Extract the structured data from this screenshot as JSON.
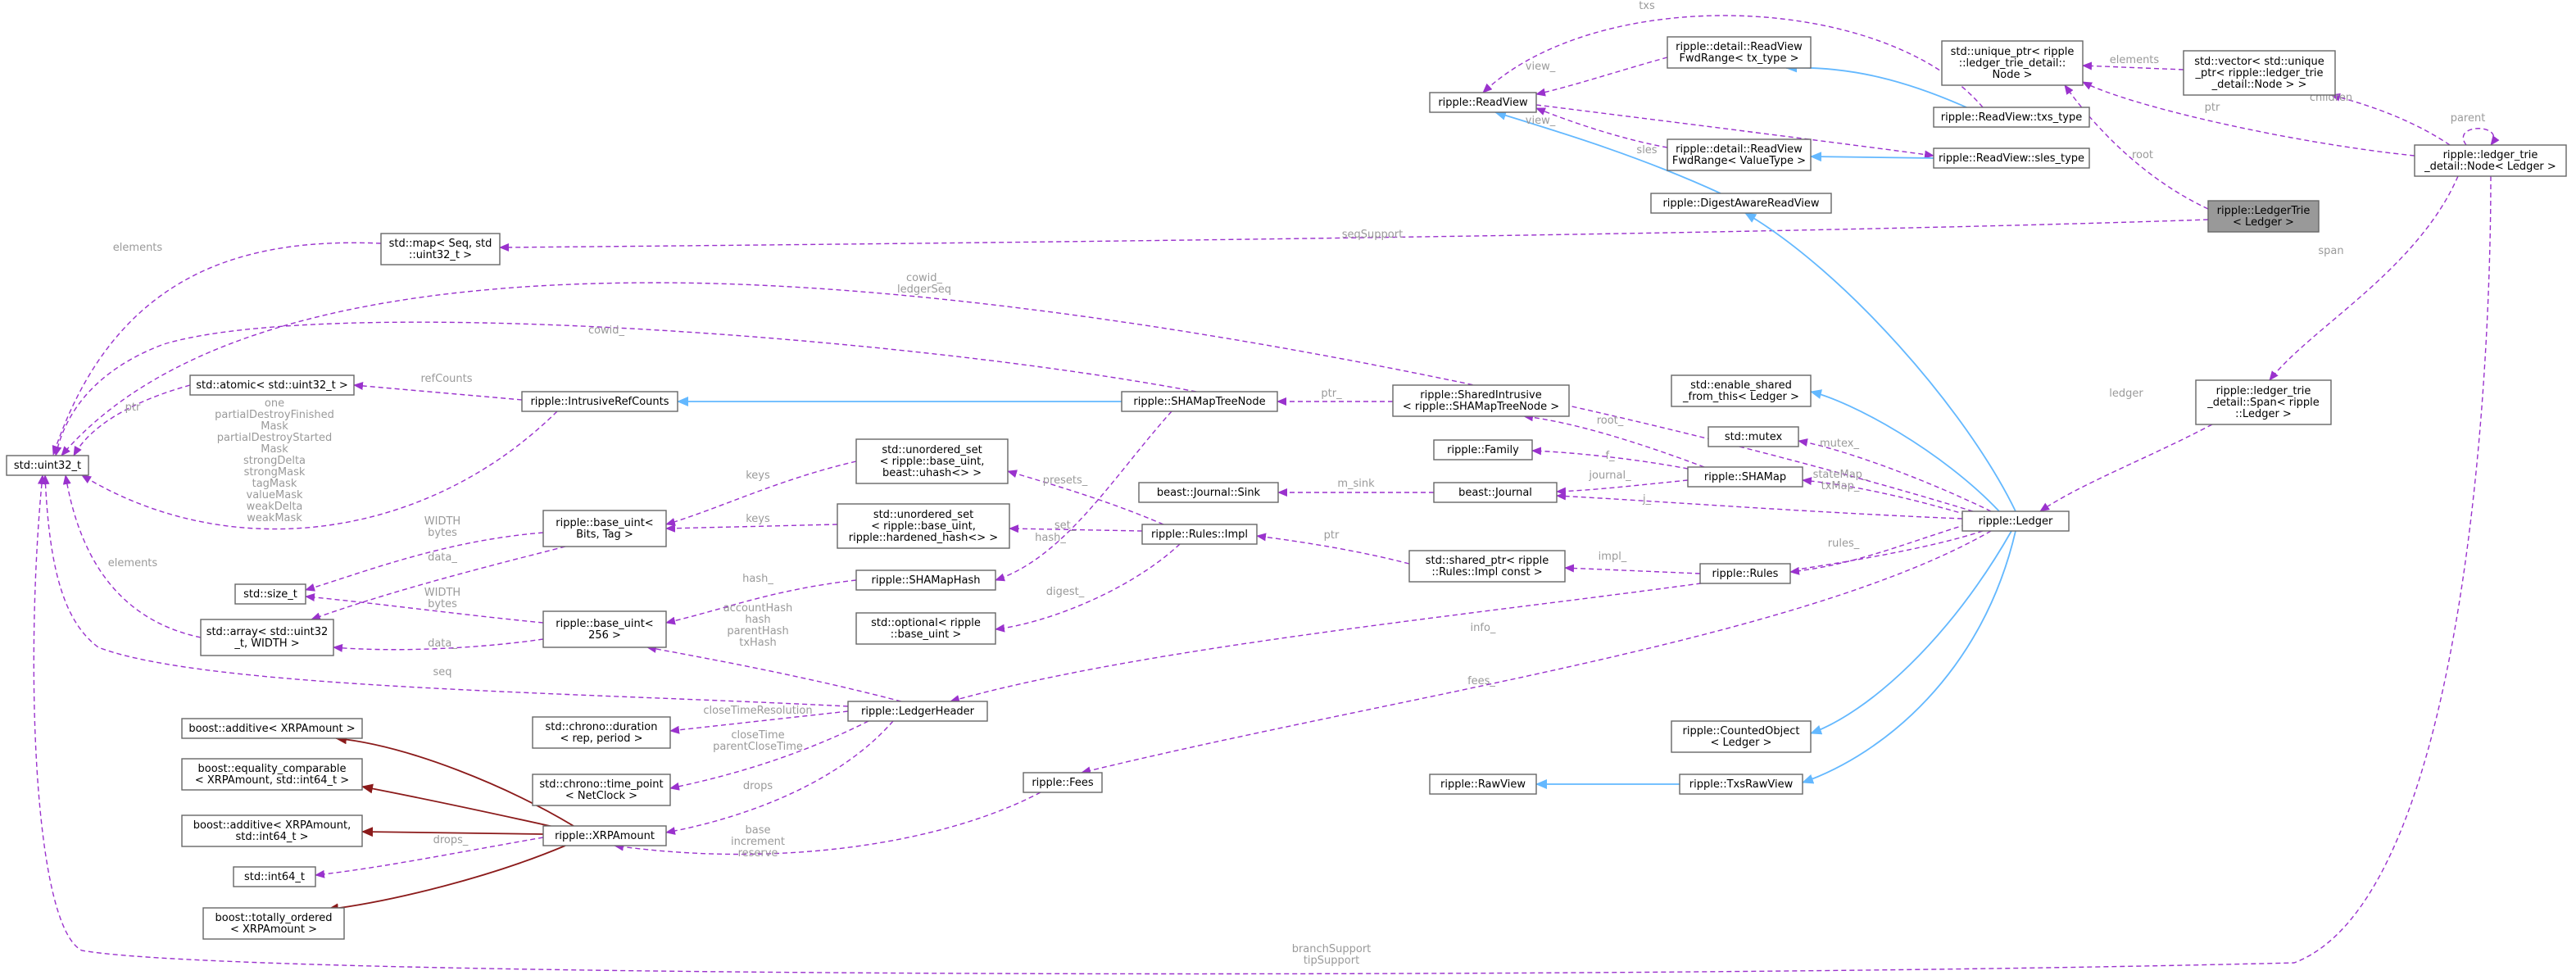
{
  "colors": {
    "usage_edge": "#9a32cd",
    "inherit_edge": "#63b8ff",
    "private_inherit_edge": "#8b1a1a",
    "highlight_node": "#999999",
    "label_text": "#9a9a9a"
  },
  "nodes": {
    "uint32": [
      "std::uint32_t"
    ],
    "map_seq": [
      "std::map< Seq, std",
      "::uint32_t >"
    ],
    "atomic": [
      "std::atomic< std::uint32_t >"
    ],
    "intrusive_refcounts": [
      "ripple::IntrusiveRefCounts"
    ],
    "size_t": [
      "std::size_t"
    ],
    "array_u32": [
      "std::array< std::uint32",
      "_t, WIDTH >"
    ],
    "base_uint_bits": [
      "ripple::base_uint<",
      "Bits, Tag >"
    ],
    "base_uint_256": [
      "ripple::base_uint<",
      "256 >"
    ],
    "boost_additive": [
      "boost::additive< XRPAmount >"
    ],
    "boost_equality": [
      "boost::equality_comparable",
      "< XRPAmount, std::int64_t >"
    ],
    "boost_additive2": [
      "boost::additive< XRPAmount,",
      "std::int64_t >"
    ],
    "int64": [
      "std::int64_t"
    ],
    "boost_totally": [
      "boost::totally_ordered",
      "< XRPAmount >"
    ],
    "xrpamount": [
      "ripple::XRPAmount"
    ],
    "chrono_duration": [
      "std::chrono::duration",
      "< rep, period >"
    ],
    "chrono_timepoint": [
      "std::chrono::time_point",
      "< NetClock >"
    ],
    "ledger_header": [
      "ripple::LedgerHeader"
    ],
    "fees": [
      "ripple::Fees"
    ],
    "unordered_set_beast": [
      "std::unordered_set",
      "< ripple::base_uint,",
      "beast::uhash<> >"
    ],
    "unordered_set_hardened": [
      "std::unordered_set",
      "< ripple::base_uint,",
      "ripple::hardened_hash<> >"
    ],
    "shamap_hash": [
      "ripple::SHAMapHash"
    ],
    "optional_base": [
      "std::optional< ripple",
      "::base_uint >"
    ],
    "shamap_tree_node": [
      "ripple::SHAMapTreeNode"
    ],
    "rules_impl": [
      "ripple::Rules::Impl"
    ],
    "shared_intrusive": [
      "ripple::SharedIntrusive",
      "< ripple::SHAMapTreeNode >"
    ],
    "family": [
      "ripple::Family"
    ],
    "journal_sink": [
      "beast::Journal::Sink"
    ],
    "journal": [
      "beast::Journal"
    ],
    "shared_ptr_impl": [
      "std::shared_ptr< ripple",
      "::Rules::Impl const >"
    ],
    "enable_shared": [
      "std::enable_shared",
      "_from_this< Ledger >"
    ],
    "mutex": [
      "std::mutex"
    ],
    "shamap": [
      "ripple::SHAMap"
    ],
    "rules": [
      "ripple::Rules"
    ],
    "ledger": [
      "ripple::Ledger"
    ],
    "counted_object": [
      "ripple::CountedObject",
      "< Ledger >"
    ],
    "raw_view": [
      "ripple::RawView"
    ],
    "txs_raw_view": [
      "ripple::TxsRawView"
    ],
    "read_view": [
      "ripple::ReadView"
    ],
    "fwd_tx": [
      "ripple::detail::ReadView",
      "FwdRange< tx_type >"
    ],
    "fwd_value": [
      "ripple::detail::ReadView",
      "FwdRange< ValueType >"
    ],
    "txs_type": [
      "ripple::ReadView::txs_type"
    ],
    "sles_type": [
      "ripple::ReadView::sles_type"
    ],
    "digest_aware": [
      "ripple::DigestAwareReadView"
    ],
    "unique_ptr_node": [
      "std::unique_ptr< ripple",
      "::ledger_trie_detail::",
      "Node >"
    ],
    "vector_node": [
      "std::vector< std::unique",
      "_ptr< ripple::ledger_trie",
      "_detail::Node > >"
    ],
    "ledger_trie": [
      "ripple::LedgerTrie",
      "< Ledger >"
    ],
    "trie_node": [
      "ripple::ledger_trie",
      "_detail::Node< Ledger >"
    ],
    "trie_span": [
      "ripple::ledger_trie",
      "_detail::Span< ripple",
      "::Ledger >"
    ]
  },
  "edge_labels": {
    "elements_map": [
      "elements"
    ],
    "seq_support": [
      "seqSupport"
    ],
    "cowid_ledgerseq": [
      "cowid_",
      "ledgerSeq"
    ],
    "cowid": [
      "cowid_"
    ],
    "ptr_atomic": [
      "ptr"
    ],
    "refcounts": [
      "refCounts"
    ],
    "masks": [
      "one",
      "partialDestroyFinished",
      "Mask",
      "partialDestroyStarted",
      "Mask",
      "strongDelta",
      "strongMask",
      "tagMask",
      "valueMask",
      "weakDelta",
      "weakMask"
    ],
    "width_bytes_1": [
      "WIDTH",
      "bytes"
    ],
    "width_bytes_2": [
      "WIDTH",
      "bytes"
    ],
    "data_1": [
      "data_"
    ],
    "data_2": [
      "data_"
    ],
    "elements_array": [
      "elements"
    ],
    "seq": [
      "seq"
    ],
    "keys_1": [
      "keys"
    ],
    "keys_2": [
      "keys"
    ],
    "hash_1": [
      "hash_"
    ],
    "hash_2": [
      "hash_"
    ],
    "header_hashes": [
      "accountHash",
      "hash",
      "parentHash",
      "txHash"
    ],
    "presets": [
      "presets_"
    ],
    "set": [
      "set_"
    ],
    "digest": [
      "digest_"
    ],
    "ptr_shared": [
      "ptr_"
    ],
    "ptr_impl": [
      "ptr"
    ],
    "impl": [
      "impl_"
    ],
    "root_shamap": [
      "root_"
    ],
    "f": [
      "f_"
    ],
    "journal_label": [
      "journal_"
    ],
    "m_sink": [
      "m_sink"
    ],
    "j": [
      "j_"
    ],
    "mutex_label": [
      "mutex_"
    ],
    "state_tx_map": [
      "stateMap_",
      "txMap_"
    ],
    "rules_label": [
      "rules_"
    ],
    "info": [
      "info_"
    ],
    "fees_label": [
      "fees_"
    ],
    "close_time_res": [
      "closeTimeResolution"
    ],
    "close_times": [
      "closeTime",
      "parentCloseTime"
    ],
    "drops_header": [
      "drops"
    ],
    "drops_int": [
      "drops_"
    ],
    "base_incr": [
      "base",
      "increment",
      "reserve"
    ],
    "txs": [
      "txs"
    ],
    "view_1": [
      "view_"
    ],
    "view_2": [
      "view_"
    ],
    "sles": [
      "sles"
    ],
    "elements_vec": [
      "elements"
    ],
    "ptr_unique": [
      "ptr"
    ],
    "children": [
      "children"
    ],
    "parent": [
      "parent"
    ],
    "root_trie": [
      "root"
    ],
    "span": [
      "span"
    ],
    "ledger_label": [
      "ledger"
    ],
    "branch_tip": [
      "branchSupport",
      "tipSupport"
    ]
  }
}
